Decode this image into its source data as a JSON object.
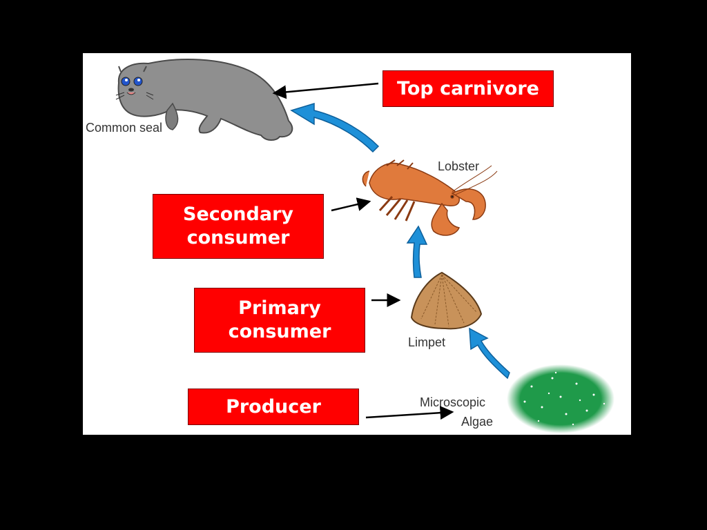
{
  "organisms": {
    "seal": "Common seal",
    "lobster": "Lobster",
    "limpet": "Limpet",
    "algae_line1": "Microscopic",
    "algae_line2": "Algae"
  },
  "levels": {
    "top": "Top carnivore",
    "secondary_line1": "Secondary",
    "secondary_line2": "consumer",
    "primary_line1": "Primary",
    "primary_line2": "consumer",
    "producer": "Producer"
  },
  "colors": {
    "tag_fill": "#ff0000",
    "flow_arrow": "#1e90d8",
    "seal": "#8f8f8f",
    "lobster": "#e07a3c",
    "limpet": "#c8925a",
    "algae": "#1f9a4a"
  }
}
